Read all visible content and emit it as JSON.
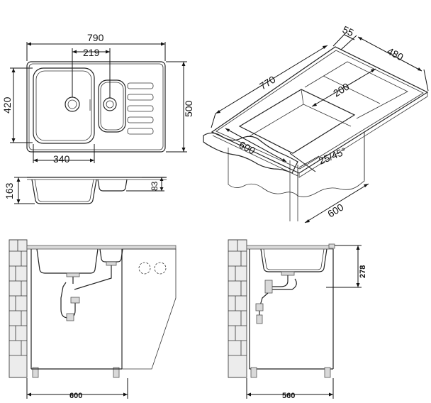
{
  "top_view": {
    "overall_width": "790",
    "drain_spacing": "219",
    "bowl_height": "420",
    "overall_depth": "500",
    "bowl_width": "340"
  },
  "side_view": {
    "sink_depth": "163",
    "small_bowl_depth": "83"
  },
  "iso_view": {
    "thickness": "55",
    "depth": "480",
    "length": "770",
    "bowl_width": "200",
    "front_width": "600",
    "angle": "25/45°",
    "cabinet_width": "600"
  },
  "section_front": {
    "cabinet_width": "600"
  },
  "section_side": {
    "height": "278",
    "cabinet_depth": "560"
  }
}
